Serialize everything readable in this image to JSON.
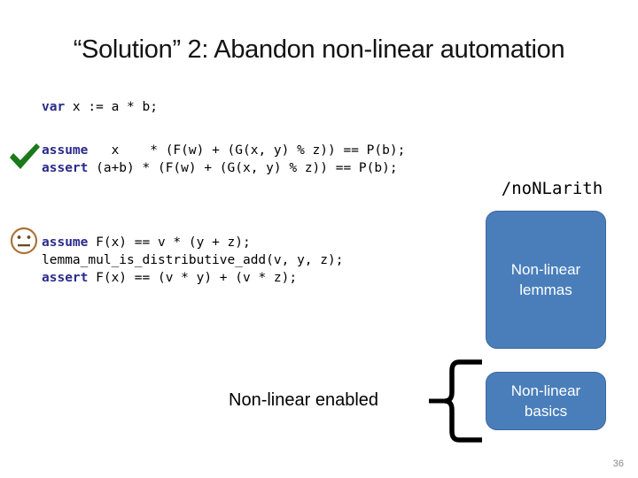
{
  "slide": {
    "title": "“Solution” 2: Abandon non-linear automation",
    "page_number": "36"
  },
  "code": {
    "block1": {
      "lines": [
        {
          "keyword": "var",
          "rest": " x := a * b;"
        }
      ]
    },
    "block2": {
      "status_icon": "green-check-icon",
      "lines": [
        {
          "keyword": "assume",
          "rest": "   x    * (F(w) + (G(x, y) % z)) == P(b);"
        },
        {
          "keyword": "assert",
          "rest": " (a+b) * (F(w) + (G(x, y) % z)) == P(b);"
        }
      ]
    },
    "block3": {
      "status_icon": "neutral-face-icon",
      "lines": [
        {
          "keyword": "assume",
          "rest": " F(x) == v * (y + z);"
        },
        {
          "keyword": "",
          "rest": "lemma_mul_is_distributive_add(v, y, z);"
        },
        {
          "keyword": "assert",
          "rest": " F(x) == (v * y) + (v * z);"
        }
      ]
    }
  },
  "annotations": {
    "flag_label": "/noNLarith",
    "boxes": [
      {
        "label": "Non-linear\nlemmas",
        "line1": "Non-linear",
        "line2": "lemmas"
      },
      {
        "label": "Non-linear\nbasics",
        "line1": "Non-linear",
        "line2": "basics"
      }
    ],
    "enabled_label": "Non-linear enabled",
    "brace_icon": "left-curly-brace-icon"
  },
  "colors": {
    "box_fill": "#4a7ebb",
    "box_border": "#3c689d",
    "keyword": "#2a2a8c",
    "check": "#1a7a1a",
    "face": "#a9743c",
    "page_number": "#8a8a8a"
  }
}
